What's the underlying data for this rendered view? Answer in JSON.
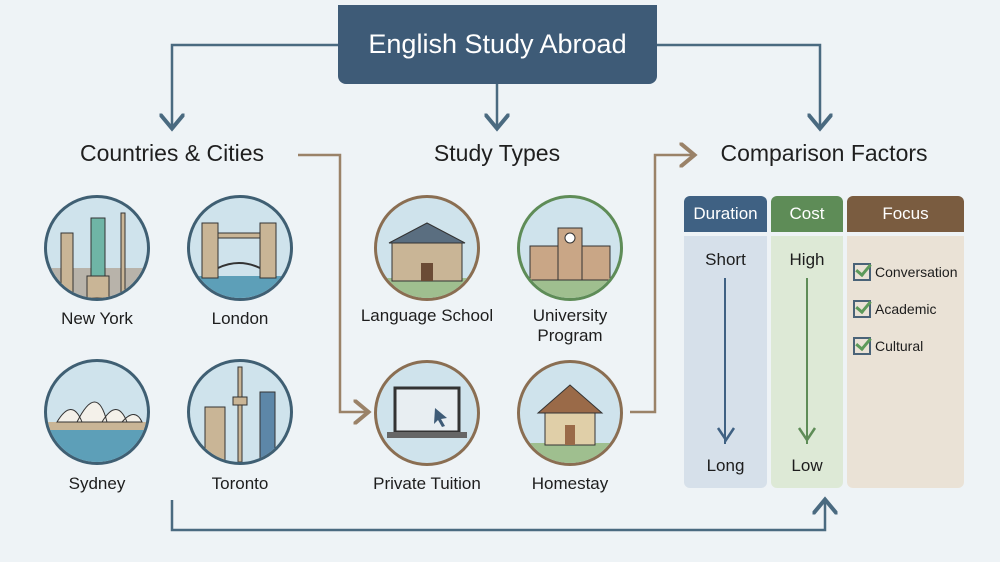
{
  "title": "English Study Abroad",
  "sections": {
    "countries": "Countries & Cities",
    "study_types": "Study Types",
    "comparison": "Comparison Factors"
  },
  "cities": [
    "New York",
    "London",
    "Sydney",
    "Toronto"
  ],
  "study_types": [
    "Language School",
    "University Program",
    "Private Tuition",
    "Homestay"
  ],
  "table": {
    "headers": [
      "Duration",
      "Cost",
      "Focus"
    ],
    "duration": {
      "top": "Short",
      "bottom": "Long"
    },
    "cost": {
      "top": "High",
      "bottom": "Low"
    },
    "focus": [
      "Conversation",
      "Academic",
      "Cultural"
    ]
  },
  "colors": {
    "title": "#3e5b77",
    "duration": "#3f6183",
    "cost": "#5e8c57",
    "focus": "#7a5c40",
    "connector_blue": "#4a6a80",
    "connector_brown": "#9a8268"
  }
}
